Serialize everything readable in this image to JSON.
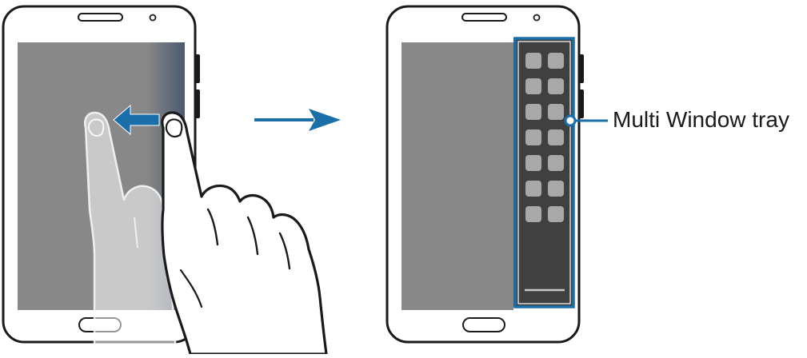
{
  "callout": {
    "label": "Multi Window tray"
  },
  "colors": {
    "device_outline": "#1a1a1a",
    "device_body": "#ffffff",
    "screen_gray": "#888888",
    "screen_edge_blue": "#4a5a70",
    "tray_dark": "#404040",
    "tray_icon": "#a8a8a8",
    "accent_blue": "#1a6fa8"
  },
  "icons": {
    "swipe_arrow": "arrow-left-icon",
    "transition_arrow": "arrow-right-icon",
    "hand": "hand-icon"
  },
  "tray": {
    "icon_rows": 7,
    "icon_columns": 2
  }
}
